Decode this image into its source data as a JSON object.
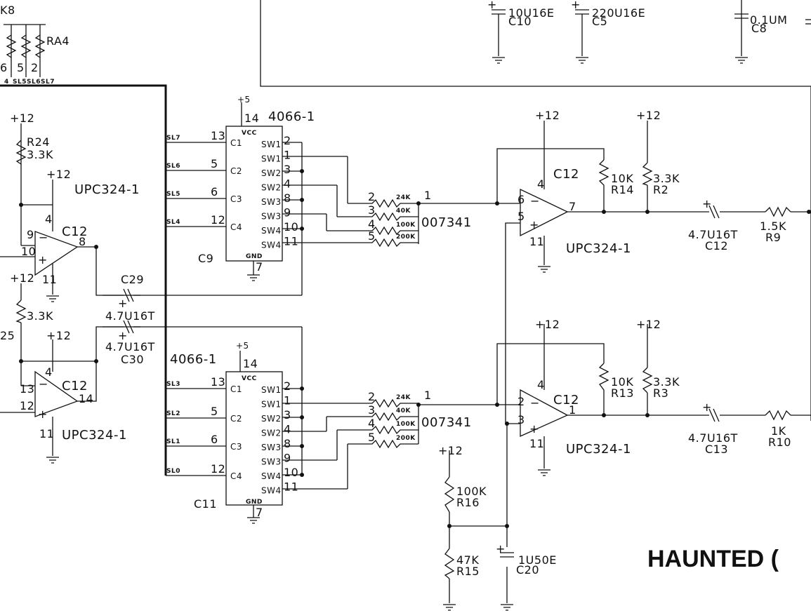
{
  "title": "HAUNTED (",
  "resistor_net": {
    "name_partial": "K8",
    "ref": "RA4",
    "pins": [
      "5",
      "2"
    ],
    "pin_partial": "6",
    "nets": [
      "4",
      "SL5",
      "SL6",
      "SL7"
    ]
  },
  "switch_chips": [
    {
      "ref": "C9",
      "part": "4066-1",
      "supply": "+5",
      "vcc_pin": "14",
      "vcc_label": "VCC",
      "gnd_label": "GND",
      "gnd_pin": "7",
      "controls": [
        {
          "net": "SL7",
          "pin": "13",
          "label": "C1"
        },
        {
          "net": "SL6",
          "pin": "5",
          "label": "C2"
        },
        {
          "net": "SL5",
          "pin": "6",
          "label": "C3"
        },
        {
          "net": "SL4",
          "pin": "12",
          "label": "C4"
        }
      ],
      "switches": [
        {
          "label": "SW1",
          "pin": "2"
        },
        {
          "label": "SW1",
          "pin": "1"
        },
        {
          "label": "SW2",
          "pin": "3"
        },
        {
          "label": "SW2",
          "pin": "4"
        },
        {
          "label": "SW3",
          "pin": "8"
        },
        {
          "label": "SW3",
          "pin": "9"
        },
        {
          "label": "SW4",
          "pin": "10"
        },
        {
          "label": "SW4",
          "pin": "11"
        }
      ]
    },
    {
      "ref": "C11",
      "part": "4066-1",
      "supply": "+5",
      "vcc_pin": "14",
      "vcc_label": "VCC",
      "gnd_label": "GND",
      "gnd_pin": "7",
      "controls": [
        {
          "net": "SL3",
          "pin": "13",
          "label": "C1"
        },
        {
          "net": "SL2",
          "pin": "5",
          "label": "C2"
        },
        {
          "net": "SL1",
          "pin": "6",
          "label": "C3"
        },
        {
          "net": "SL0",
          "pin": "12",
          "label": "C4"
        }
      ],
      "switches": [
        {
          "label": "SW1",
          "pin": "2"
        },
        {
          "label": "SW1",
          "pin": "1"
        },
        {
          "label": "SW2",
          "pin": "3"
        },
        {
          "label": "SW2",
          "pin": "4"
        },
        {
          "label": "SW3",
          "pin": "8"
        },
        {
          "label": "SW3",
          "pin": "9"
        },
        {
          "label": "SW4",
          "pin": "10"
        },
        {
          "label": "SW4",
          "pin": "11"
        }
      ]
    }
  ],
  "resistor_packs": [
    {
      "ref": "007341",
      "out_pin": "1",
      "pins": [
        "2",
        "3",
        "4",
        "5"
      ],
      "values": [
        "24K",
        "40K",
        "100K",
        "200K"
      ]
    },
    {
      "ref": "007341",
      "out_pin": "1",
      "pins": [
        "2",
        "3",
        "4",
        "5"
      ],
      "values": [
        "24K",
        "40K",
        "100K",
        "200K"
      ]
    }
  ],
  "opamps": [
    {
      "ref": "UPC324-1",
      "chip": "C12",
      "supply": "+12",
      "v_pin": "4",
      "inv_pin": "9",
      "noninv_pin": "10",
      "out_pin": "8",
      "gnd_pin": "11"
    },
    {
      "ref": "UPC324-1",
      "chip": "C12",
      "supply": "+12",
      "v_pin": "4",
      "inv_pin": "13",
      "noninv_pin": "12",
      "out_pin": "14",
      "gnd_pin": "11"
    },
    {
      "ref": "UPC324-1",
      "chip": "C12",
      "supply": "+12",
      "v_pin": "4",
      "inv_pin": "6",
      "noninv_pin": "5",
      "out_pin": "7",
      "gnd_pin": "11"
    },
    {
      "ref": "UPC324-1",
      "chip": "C12",
      "supply": "+12",
      "v_pin": "4",
      "inv_pin": "2",
      "noninv_pin": "3",
      "out_pin": "1",
      "gnd_pin": "11"
    }
  ],
  "resistors": [
    {
      "ref": "R24",
      "value": "3.3K",
      "supply": "+12"
    },
    {
      "ref": "25",
      "value": "3.3K",
      "supply": "+12"
    },
    {
      "ref": "R14",
      "value": "10K"
    },
    {
      "ref": "R2",
      "value": "3.3K",
      "supply": "+12"
    },
    {
      "ref": "R13",
      "value": "10K"
    },
    {
      "ref": "R3",
      "value": "3.3K",
      "supply": "+12"
    },
    {
      "ref": "R9",
      "value": "1.5K"
    },
    {
      "ref": "R10",
      "value": "1K"
    },
    {
      "ref": "R16",
      "value": "100K",
      "supply": "+12"
    },
    {
      "ref": "R15",
      "value": "47K"
    }
  ],
  "capacitors": [
    {
      "ref": "C10",
      "value": "10U16E"
    },
    {
      "ref": "C5",
      "value": "220U16E"
    },
    {
      "ref": "C8",
      "value": "0.1UM"
    },
    {
      "ref": "C29",
      "value": "4.7U16T"
    },
    {
      "ref": "C30",
      "value": "4.7U16T"
    },
    {
      "ref": "C12",
      "value": "4.7U16T"
    },
    {
      "ref": "C13",
      "value": "4.7U16T"
    },
    {
      "ref": "C20",
      "value": "1U50E"
    }
  ],
  "polarity_mark": "+",
  "minus_mark": "−"
}
